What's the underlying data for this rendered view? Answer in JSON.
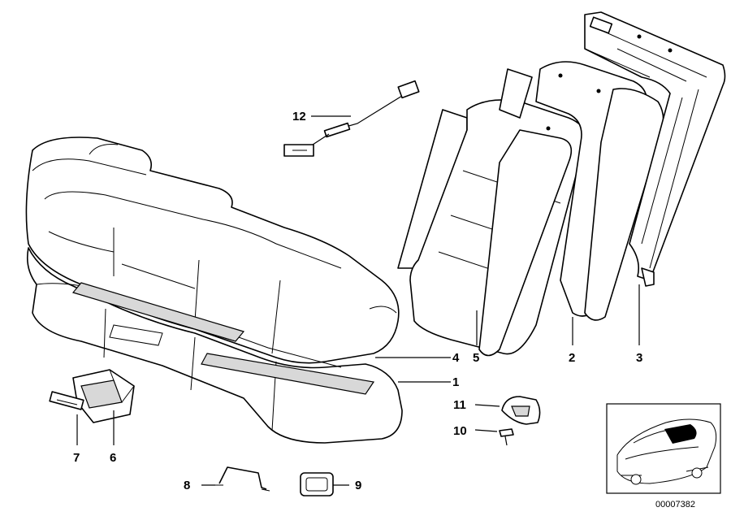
{
  "callouts": [
    {
      "id": "c1",
      "text": "1"
    },
    {
      "id": "c2",
      "text": "2"
    },
    {
      "id": "c3",
      "text": "3"
    },
    {
      "id": "c4",
      "text": "4"
    },
    {
      "id": "c5",
      "text": "5"
    },
    {
      "id": "c6",
      "text": "6"
    },
    {
      "id": "c7",
      "text": "7"
    },
    {
      "id": "c8",
      "text": "8"
    },
    {
      "id": "c9",
      "text": "9"
    },
    {
      "id": "c10",
      "text": "10"
    },
    {
      "id": "c11",
      "text": "11"
    },
    {
      "id": "c12",
      "text": "12"
    }
  ],
  "diagram_code": "00007382"
}
